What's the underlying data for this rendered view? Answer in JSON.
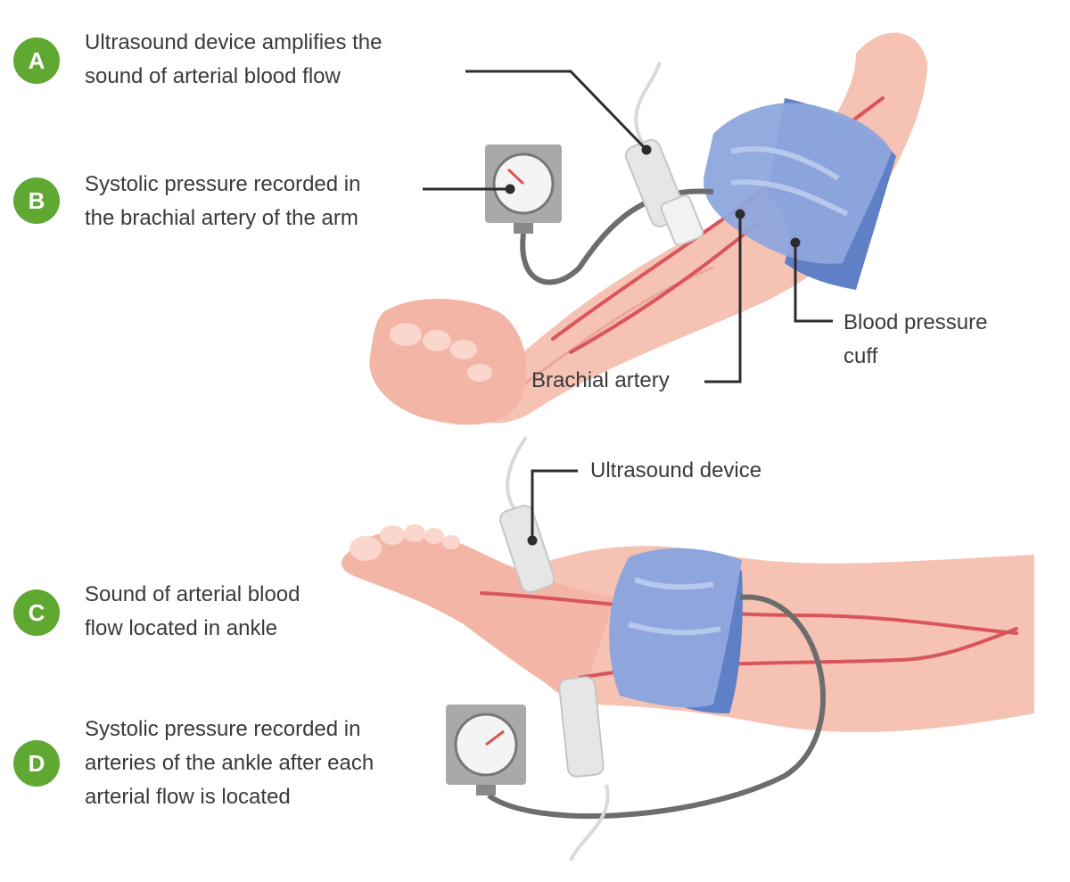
{
  "steps": [
    {
      "letter": "A",
      "lines": [
        "Ultrasound device amplifies the",
        "sound of arterial blood flow"
      ]
    },
    {
      "letter": "B",
      "lines": [
        "Systolic pressure recorded in",
        "the brachial artery of the arm"
      ]
    },
    {
      "letter": "C",
      "lines": [
        "Sound of arterial blood",
        "flow located in ankle"
      ]
    },
    {
      "letter": "D",
      "lines": [
        "Systolic pressure recorded in",
        "arteries of the ankle after each",
        "arterial flow is located"
      ]
    }
  ],
  "labels": {
    "cuff": [
      "Blood pressure",
      "cuff"
    ],
    "brachial_artery": "Brachial artery",
    "ultrasound_device": "Ultrasound device"
  },
  "colors": {
    "badge": "#5fa832",
    "skin": "#f6c2b4",
    "artery": "#d9545b",
    "cuff": "#7f9ad6",
    "gauge_case": "#a9a9a9",
    "leader_line": "#2d2d2d"
  }
}
